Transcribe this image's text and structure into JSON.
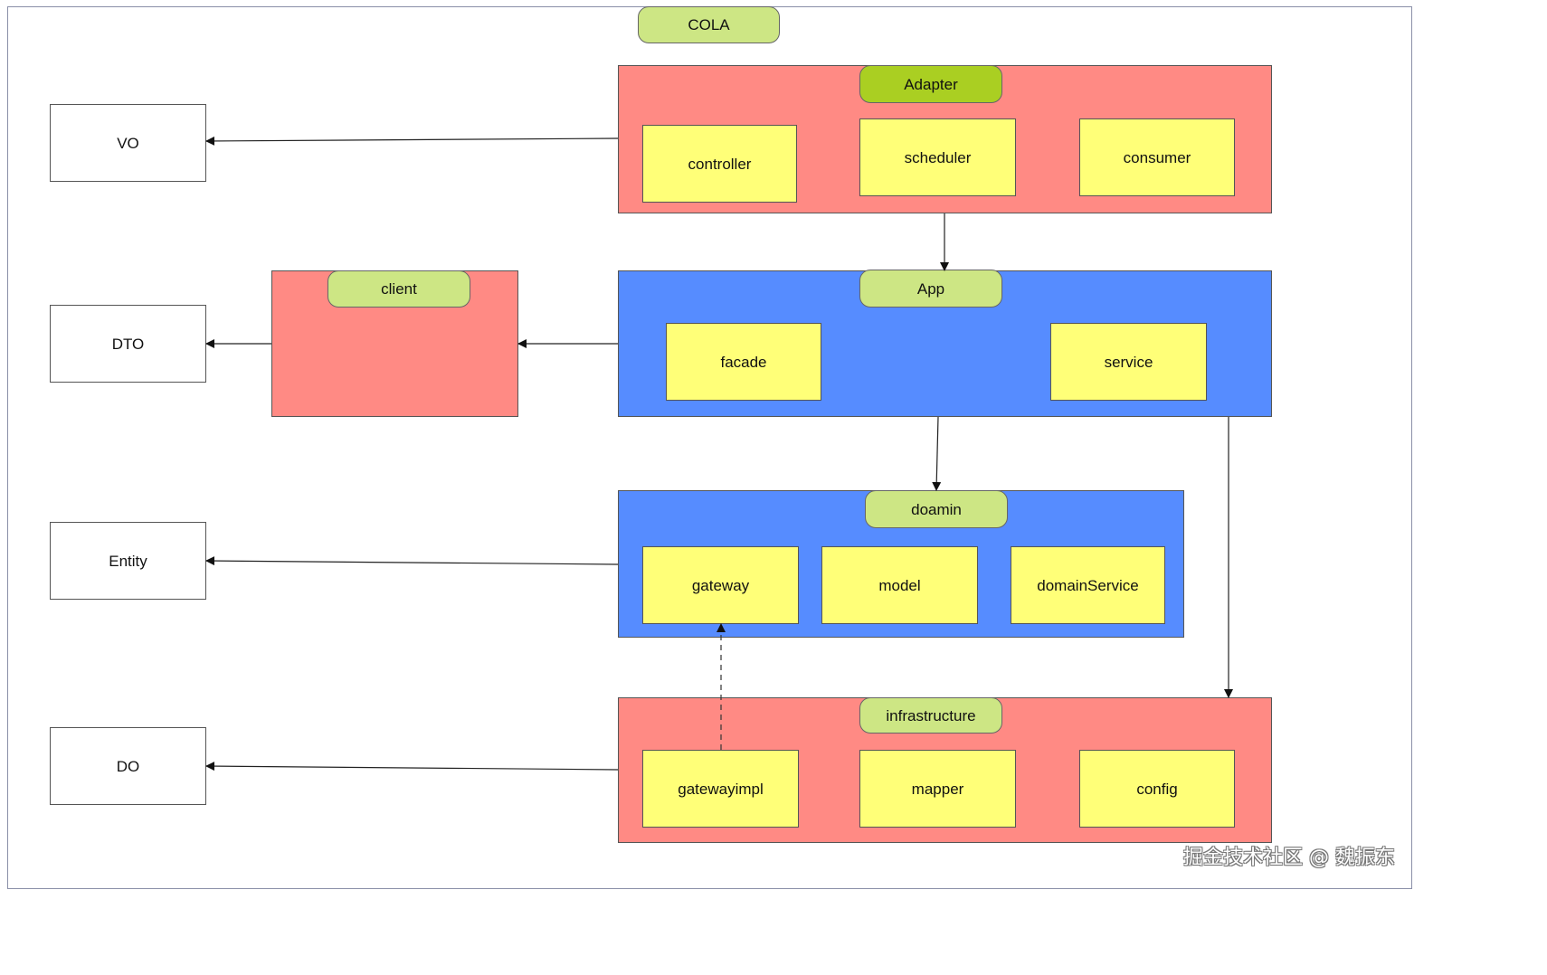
{
  "title": "COLA",
  "entities": {
    "vo": "VO",
    "dto": "DTO",
    "entity": "Entity",
    "do": "DO"
  },
  "adapter": {
    "label": "Adapter",
    "items": [
      "controller",
      "scheduler",
      "consumer"
    ]
  },
  "client": {
    "label": "client"
  },
  "app": {
    "label": "App",
    "items": [
      "facade",
      "service"
    ]
  },
  "domain": {
    "label": "doamin",
    "items": [
      "gateway",
      "model",
      "domainService"
    ]
  },
  "infrastructure": {
    "label": "infrastructure",
    "items": [
      "gatewayimpl",
      "mapper",
      "config"
    ]
  },
  "watermark": "掘金技术社区 @ 魏振东",
  "colors": {
    "red_layer": "#ff8a84",
    "blue_layer": "#568cff",
    "yellow_component": "#ffff78",
    "label_pill": "#cde684",
    "adapter_pill": "#aacf22"
  }
}
